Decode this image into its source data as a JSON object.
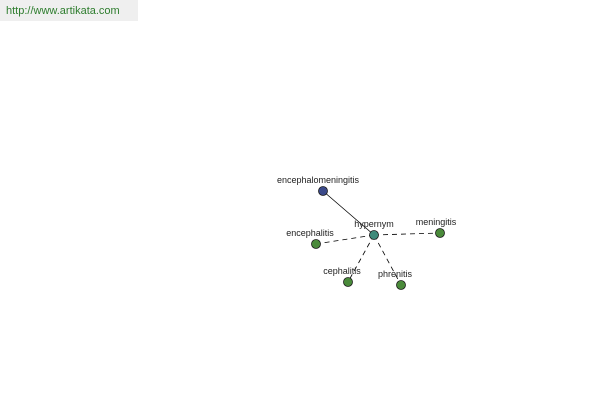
{
  "header": {
    "url": "http://www.artikata.com",
    "url_color": "#2e7d2e"
  },
  "graph": {
    "center": {
      "id": "hypernym",
      "label": "hypernym",
      "color": "#3f8a7a"
    },
    "nodes": [
      {
        "id": "encephalomeningitis",
        "label": "encephalomeningitis",
        "color": "#3b4a8a"
      },
      {
        "id": "encephalitis",
        "label": "encephalitis",
        "color": "#4a8a3a"
      },
      {
        "id": "meningitis",
        "label": "meningitis",
        "color": "#4a8a3a"
      },
      {
        "id": "cephalitis",
        "label": "cephalitis",
        "color": "#4a8a3a"
      },
      {
        "id": "phrenitis",
        "label": "phrenitis",
        "color": "#4a8a3a"
      }
    ],
    "edges": [
      {
        "from": "hypernym",
        "to": "encephalomeningitis",
        "style": "solid"
      },
      {
        "from": "hypernym",
        "to": "encephalitis",
        "style": "dashed"
      },
      {
        "from": "hypernym",
        "to": "meningitis",
        "style": "dashed"
      },
      {
        "from": "hypernym",
        "to": "cephalitis",
        "style": "dashed"
      },
      {
        "from": "hypernym",
        "to": "phrenitis",
        "style": "dashed"
      }
    ]
  }
}
